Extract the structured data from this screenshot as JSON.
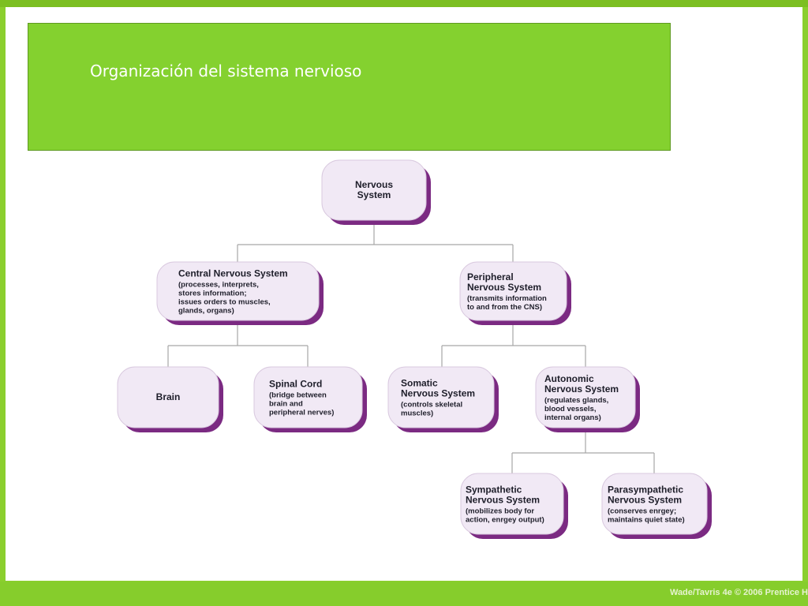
{
  "slide": {
    "title": "Organización del sistema nervioso",
    "credit": "Wade/Tavris 4e © 2006 Prentice H"
  },
  "colors": {
    "background_green": "#8bcf2e",
    "title_box_green": "#84d12f",
    "node_fill": "#f1e9f5",
    "node_shadow": "#7b2a82",
    "connector": "#a7a7a7"
  },
  "diagram": {
    "nodes": [
      {
        "id": "nervous-system",
        "title": [
          "Nervous",
          "System"
        ],
        "desc": []
      },
      {
        "id": "central-nervous-system",
        "title": [
          "Central Nervous System"
        ],
        "desc": [
          "(processes, interprets,",
          "stores information;",
          "issues orders to muscles,",
          "glands, organs)"
        ]
      },
      {
        "id": "peripheral-nervous-system",
        "title": [
          "Peripheral",
          "Nervous System"
        ],
        "desc": [
          "(transmits information",
          "to and from the CNS)"
        ]
      },
      {
        "id": "brain",
        "title": [
          "Brain"
        ],
        "desc": []
      },
      {
        "id": "spinal-cord",
        "title": [
          "Spinal Cord"
        ],
        "desc": [
          "(bridge between",
          "brain and",
          "peripheral nerves)"
        ]
      },
      {
        "id": "somatic-nervous-system",
        "title": [
          "Somatic",
          "Nervous System"
        ],
        "desc": [
          "(controls skeletal",
          "muscles)"
        ]
      },
      {
        "id": "autonomic-nervous-system",
        "title": [
          "Autonomic",
          "Nervous System"
        ],
        "desc": [
          "(regulates glands,",
          "blood vessels,",
          "internal organs)"
        ]
      },
      {
        "id": "sympathetic-nervous-system",
        "title": [
          "Sympathetic",
          "Nervous System"
        ],
        "desc": [
          "(mobilizes body for",
          "action, enrgey output)"
        ]
      },
      {
        "id": "parasympathetic-nervous-system",
        "title": [
          "Parasympathetic",
          "Nervous System"
        ],
        "desc": [
          "(conserves enrgey;",
          "maintains quiet state)"
        ]
      }
    ],
    "edges": [
      {
        "from": "nervous-system",
        "to": "central-nervous-system"
      },
      {
        "from": "nervous-system",
        "to": "peripheral-nervous-system"
      },
      {
        "from": "central-nervous-system",
        "to": "brain"
      },
      {
        "from": "central-nervous-system",
        "to": "spinal-cord"
      },
      {
        "from": "peripheral-nervous-system",
        "to": "somatic-nervous-system"
      },
      {
        "from": "peripheral-nervous-system",
        "to": "autonomic-nervous-system"
      },
      {
        "from": "autonomic-nervous-system",
        "to": "sympathetic-nervous-system"
      },
      {
        "from": "autonomic-nervous-system",
        "to": "parasympathetic-nervous-system"
      }
    ]
  }
}
